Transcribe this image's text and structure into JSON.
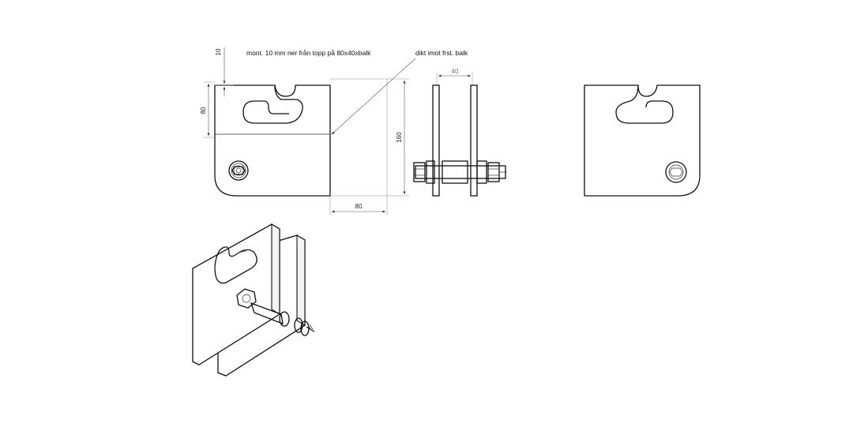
{
  "annotations": {
    "note_mount": "mont. 10 mm ner från topp på  80x40xbalk",
    "note_tight": "dikt imot frst. balk"
  },
  "dimensions": {
    "offset_top": "10",
    "height_upper": "80",
    "height_total": "160",
    "width_bottom": "80",
    "gap_side": "40"
  }
}
